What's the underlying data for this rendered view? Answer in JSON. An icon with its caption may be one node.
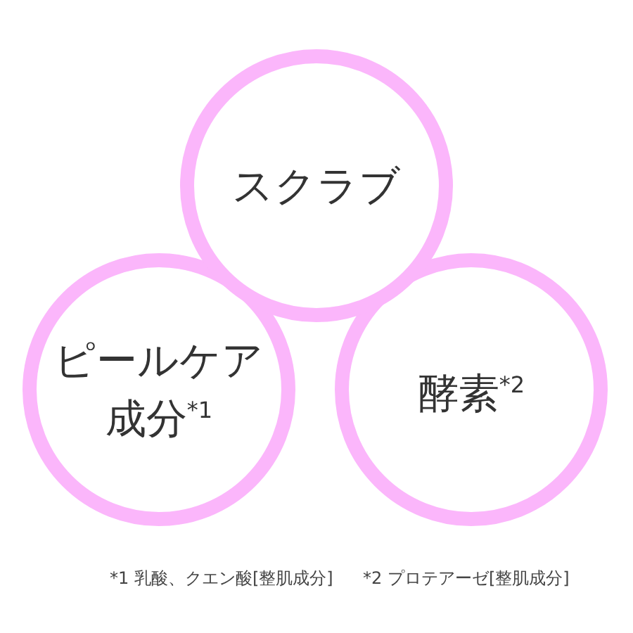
{
  "diagram": {
    "nodes": [
      {
        "text": [
          "ピールケア成分$^{*1}$"
        ]
      },
      {
        "text": [
          "酵素$^{*2}$"
        ]
      },
      {
        "text": [
          "スクラブ"
        ]
      }
    ],
    "labels": [
      "*1 乳酸、クエン酸[整肌成分]",
      "*2 プロテアーゼ[整肌成分]"
    ]
  }
}
